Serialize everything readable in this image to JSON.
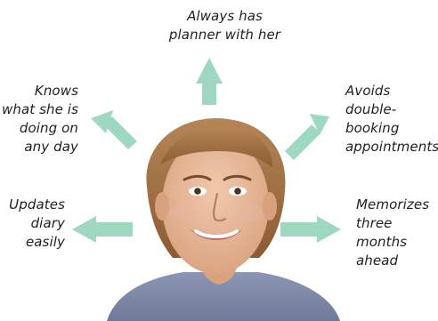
{
  "colors": {
    "arrow": "#9fd8c1",
    "text": "#1f1f1f",
    "hair": "#9a6b3e",
    "skin": "#e2b193",
    "sweater": "#7f89a8"
  },
  "labels": {
    "top": "Always has\nplanner with her",
    "top_left": "Knows\nwhat she is\ndoing on\nany day",
    "top_right": "Avoids\ndouble-\nbooking\nappointments",
    "bottom_left": "Updates\ndiary\neasily",
    "bottom_right": "Memorizes\nthree months\nahead"
  },
  "center": {
    "icon": "woman-portrait-image"
  }
}
